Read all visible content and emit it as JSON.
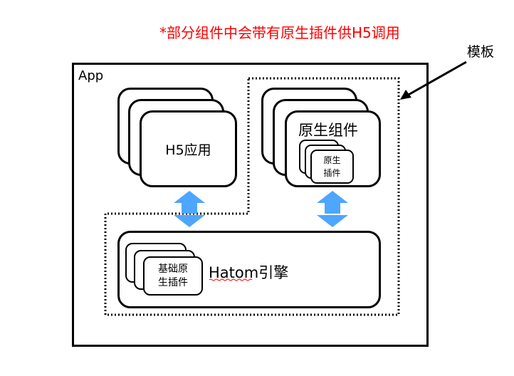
{
  "note": "*部分组件中会带有原生插件供H5调用",
  "template_label": "模板",
  "app_label": "App",
  "h5_app_label": "H5应用",
  "native_component_label": "原生组件",
  "native_plugin_label_line1": "原生",
  "native_plugin_label_line2": "插件",
  "engine_label": "Hatom引擎",
  "base_plugin_label_line1": "基础原",
  "base_plugin_label_line2": "生插件",
  "colors": {
    "note": "#ff0000",
    "arrow": "#4da6ff",
    "border": "#000000",
    "squiggle": "#ff0000"
  }
}
